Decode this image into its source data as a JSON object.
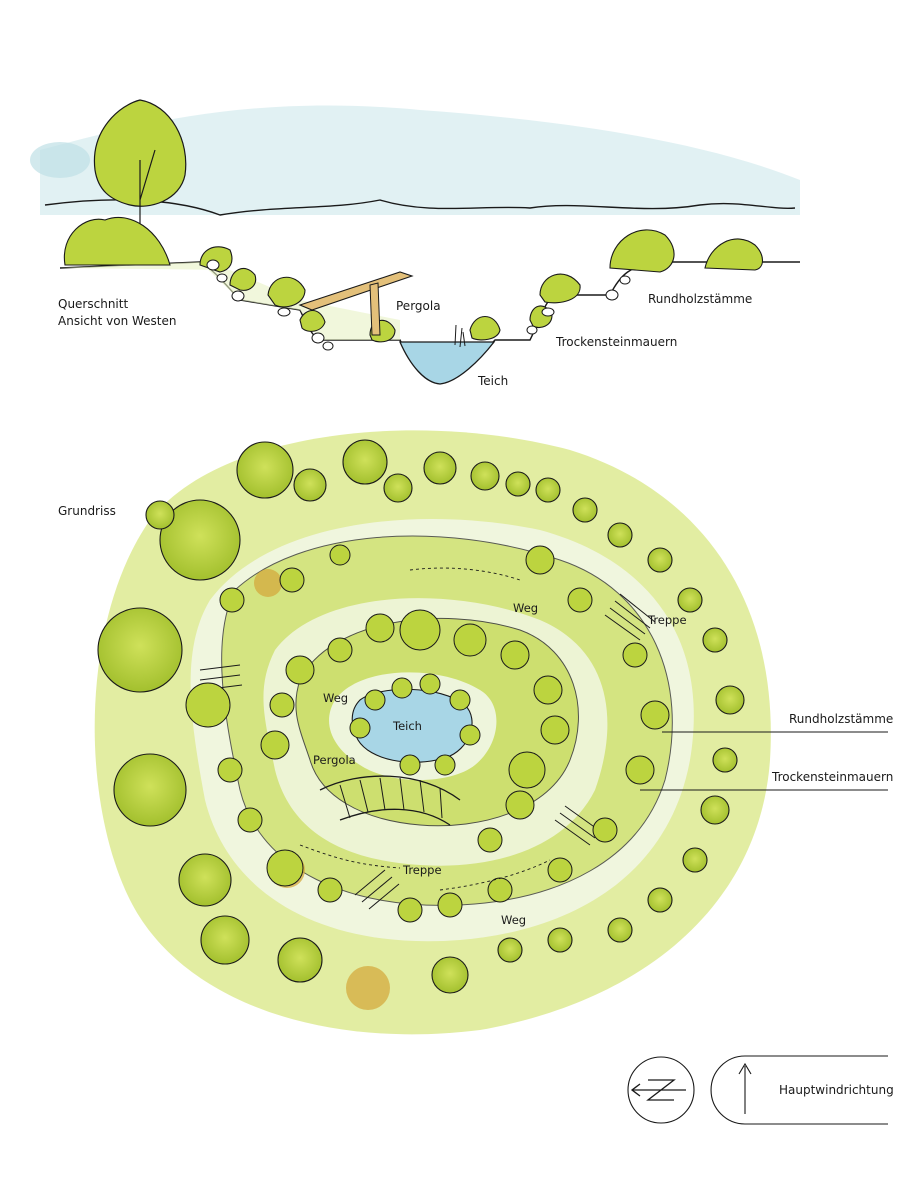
{
  "section": {
    "label_line1": "Querschnitt",
    "label_line2": "Ansicht von Westen",
    "pergola": "Pergola",
    "rundholz": "Rundholzstämme",
    "trocken": "Trockensteinmauern",
    "teich": "Teich"
  },
  "plan": {
    "label": "Grundriss",
    "weg_top": "Weg",
    "treppe_right": "Treppe",
    "weg_left": "Weg",
    "teich": "Teich",
    "pergola": "Pergola",
    "rundholz": "Rundholzstämme",
    "trocken": "Trockensteinmauern",
    "treppe_bottom": "Treppe",
    "weg_bottom": "Weg"
  },
  "legend": {
    "north_letter": "N",
    "wind": "Hauptwindrichtung"
  },
  "colors": {
    "lime": "#b6cf3a",
    "lime_light": "#d7e77a",
    "water": "#a8d6e6",
    "sky": "#d7ecef",
    "ochre": "#d4a93e",
    "ink": "#1a1a1a"
  }
}
